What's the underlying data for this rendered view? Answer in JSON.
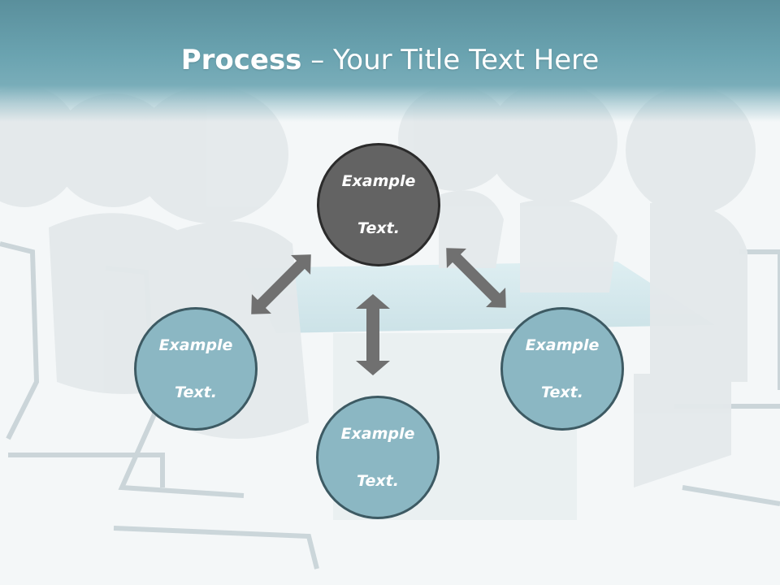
{
  "slide": {
    "title_bold": "Process",
    "title_rest": " – Your Title Text Here"
  },
  "circles": {
    "top": {
      "line1": "Example",
      "line2": "Text."
    },
    "left": {
      "line1": "Example",
      "line2": "Text."
    },
    "right": {
      "line1": "Example",
      "line2": "Text."
    },
    "bottom": {
      "line1": "Example",
      "line2": "Text."
    }
  },
  "colors": {
    "header": "#6aa3b0",
    "center_circle": "#636363",
    "outer_circle": "#8bb7c3",
    "arrow": "#707070"
  }
}
